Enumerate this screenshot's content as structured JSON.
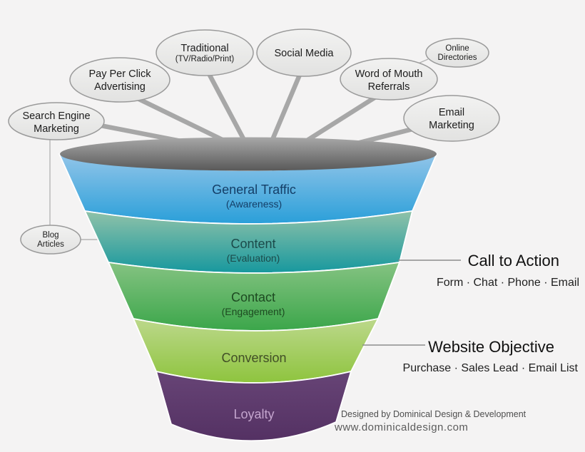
{
  "bubbles": [
    {
      "name": "search-engine-marketing",
      "line1": "Search Engine",
      "line2": "Marketing"
    },
    {
      "name": "pay-per-click-advertising",
      "line1": "Pay Per Click",
      "line2": "Advertising"
    },
    {
      "name": "traditional",
      "line1": "Traditional",
      "line2": "(TV/Radio/Print)"
    },
    {
      "name": "social-media",
      "line1": "Social Media",
      "line2": ""
    },
    {
      "name": "word-of-mouth-referrals",
      "line1": "Word of Mouth",
      "line2": "Referrals"
    },
    {
      "name": "online-directories",
      "line1": "Online",
      "line2": "Directories"
    },
    {
      "name": "email-marketing",
      "line1": "Email",
      "line2": "Marketing"
    },
    {
      "name": "blog-articles",
      "line1": "Blog",
      "line2": "Articles"
    }
  ],
  "funnel": {
    "rim_color_top": "#a8a8a8",
    "rim_color_bottom": "#595959",
    "stages": [
      {
        "label": "General Traffic",
        "sublabel": "(Awareness)",
        "color_top": "#92c5e9",
        "color_bottom": "#2a9fd9",
        "text_color": "#143e67"
      },
      {
        "label": "Content",
        "sublabel": "(Evaluation)",
        "color_top": "#90c2a9",
        "color_bottom": "#17989e",
        "text_color": "#1b4a4a"
      },
      {
        "label": "Contact",
        "sublabel": "(Engagement)",
        "color_top": "#85c382",
        "color_bottom": "#3ba64a",
        "text_color": "#1d4a21"
      },
      {
        "label": "Conversion",
        "sublabel": "",
        "color_top": "#bcd88b",
        "color_bottom": "#8ec43e",
        "text_color": "#414e26"
      },
      {
        "label": "Loyalty",
        "sublabel": "",
        "color_top": "#674476",
        "color_bottom": "#543163",
        "text_color": "#c4a5ce"
      }
    ]
  },
  "callouts": [
    {
      "title": "Call to Action",
      "detail": "Form · Chat · Phone · Email"
    },
    {
      "title": "Website Objective",
      "detail": "Purchase · Sales Lead · Email List"
    }
  ],
  "footer": {
    "credit": "Designed by Dominical Design & Development",
    "website": "www.dominicaldesign.com"
  }
}
